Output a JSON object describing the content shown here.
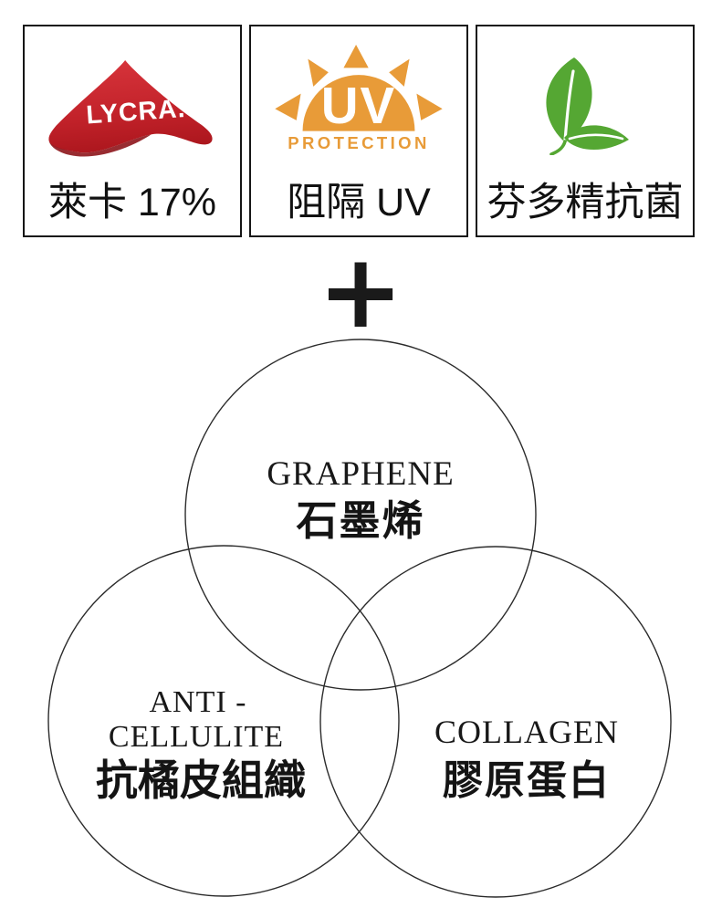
{
  "features": [
    {
      "label": "萊卡 17%",
      "logo": "lycra-logo",
      "logo_text": "LYCRA.",
      "brand_color": "#c0262c"
    },
    {
      "label": "阻隔 UV",
      "logo": "uv-protection-logo",
      "logo_text": "UV",
      "logo_subtext": "PROTECTION",
      "brand_color": "#e89b38"
    },
    {
      "label": "芬多精抗菌",
      "logo": "leaf-logo",
      "brand_color": "#55a733"
    }
  ],
  "plus_sign": "+",
  "venn": {
    "top": {
      "title": "GRAPHENE",
      "subtitle": "石墨烯"
    },
    "bottom_left": {
      "title_line1": "ANTI -",
      "title_line2": "CELLULITE",
      "subtitle": "抗橘皮組織"
    },
    "bottom_right": {
      "title": "COLLAGEN",
      "subtitle": "膠原蛋白"
    }
  }
}
